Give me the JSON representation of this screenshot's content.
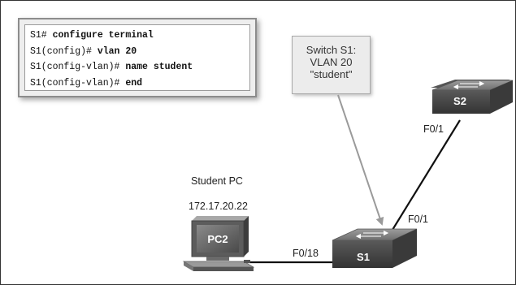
{
  "cli": {
    "lines": [
      {
        "prompt": "S1# ",
        "command": "configure terminal"
      },
      {
        "prompt": "S1(config)# ",
        "command": "vlan 20"
      },
      {
        "prompt": "S1(config-vlan)# ",
        "command": "name student"
      },
      {
        "prompt": "S1(config-vlan)# ",
        "command": "end"
      }
    ]
  },
  "callout": {
    "line1": "Switch S1:",
    "line2": "VLAN 20",
    "line3": "\"student\""
  },
  "devices": {
    "s1": "S1",
    "s2": "S2",
    "pc": "PC2",
    "pc_title": "Student PC",
    "pc_ip": "172.17.20.22"
  },
  "ports": {
    "s2_f01": "F0/1",
    "s1_f01": "F0/1",
    "s1_f018": "F0/18"
  },
  "colors": {
    "switch_face": "#4a4a4a",
    "switch_top": "#8a8a8a",
    "link": "#111111",
    "arrow": "#9a9a9a"
  }
}
